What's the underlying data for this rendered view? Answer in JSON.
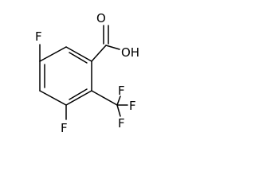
{
  "molecule": {
    "atoms": {
      "F_top_left": "F",
      "F_bottom_left": "F",
      "O_carbonyl": "O",
      "OH": "OH",
      "F_cf3_top": "F",
      "F_cf3_right": "F",
      "F_cf3_bottom": "F"
    }
  }
}
